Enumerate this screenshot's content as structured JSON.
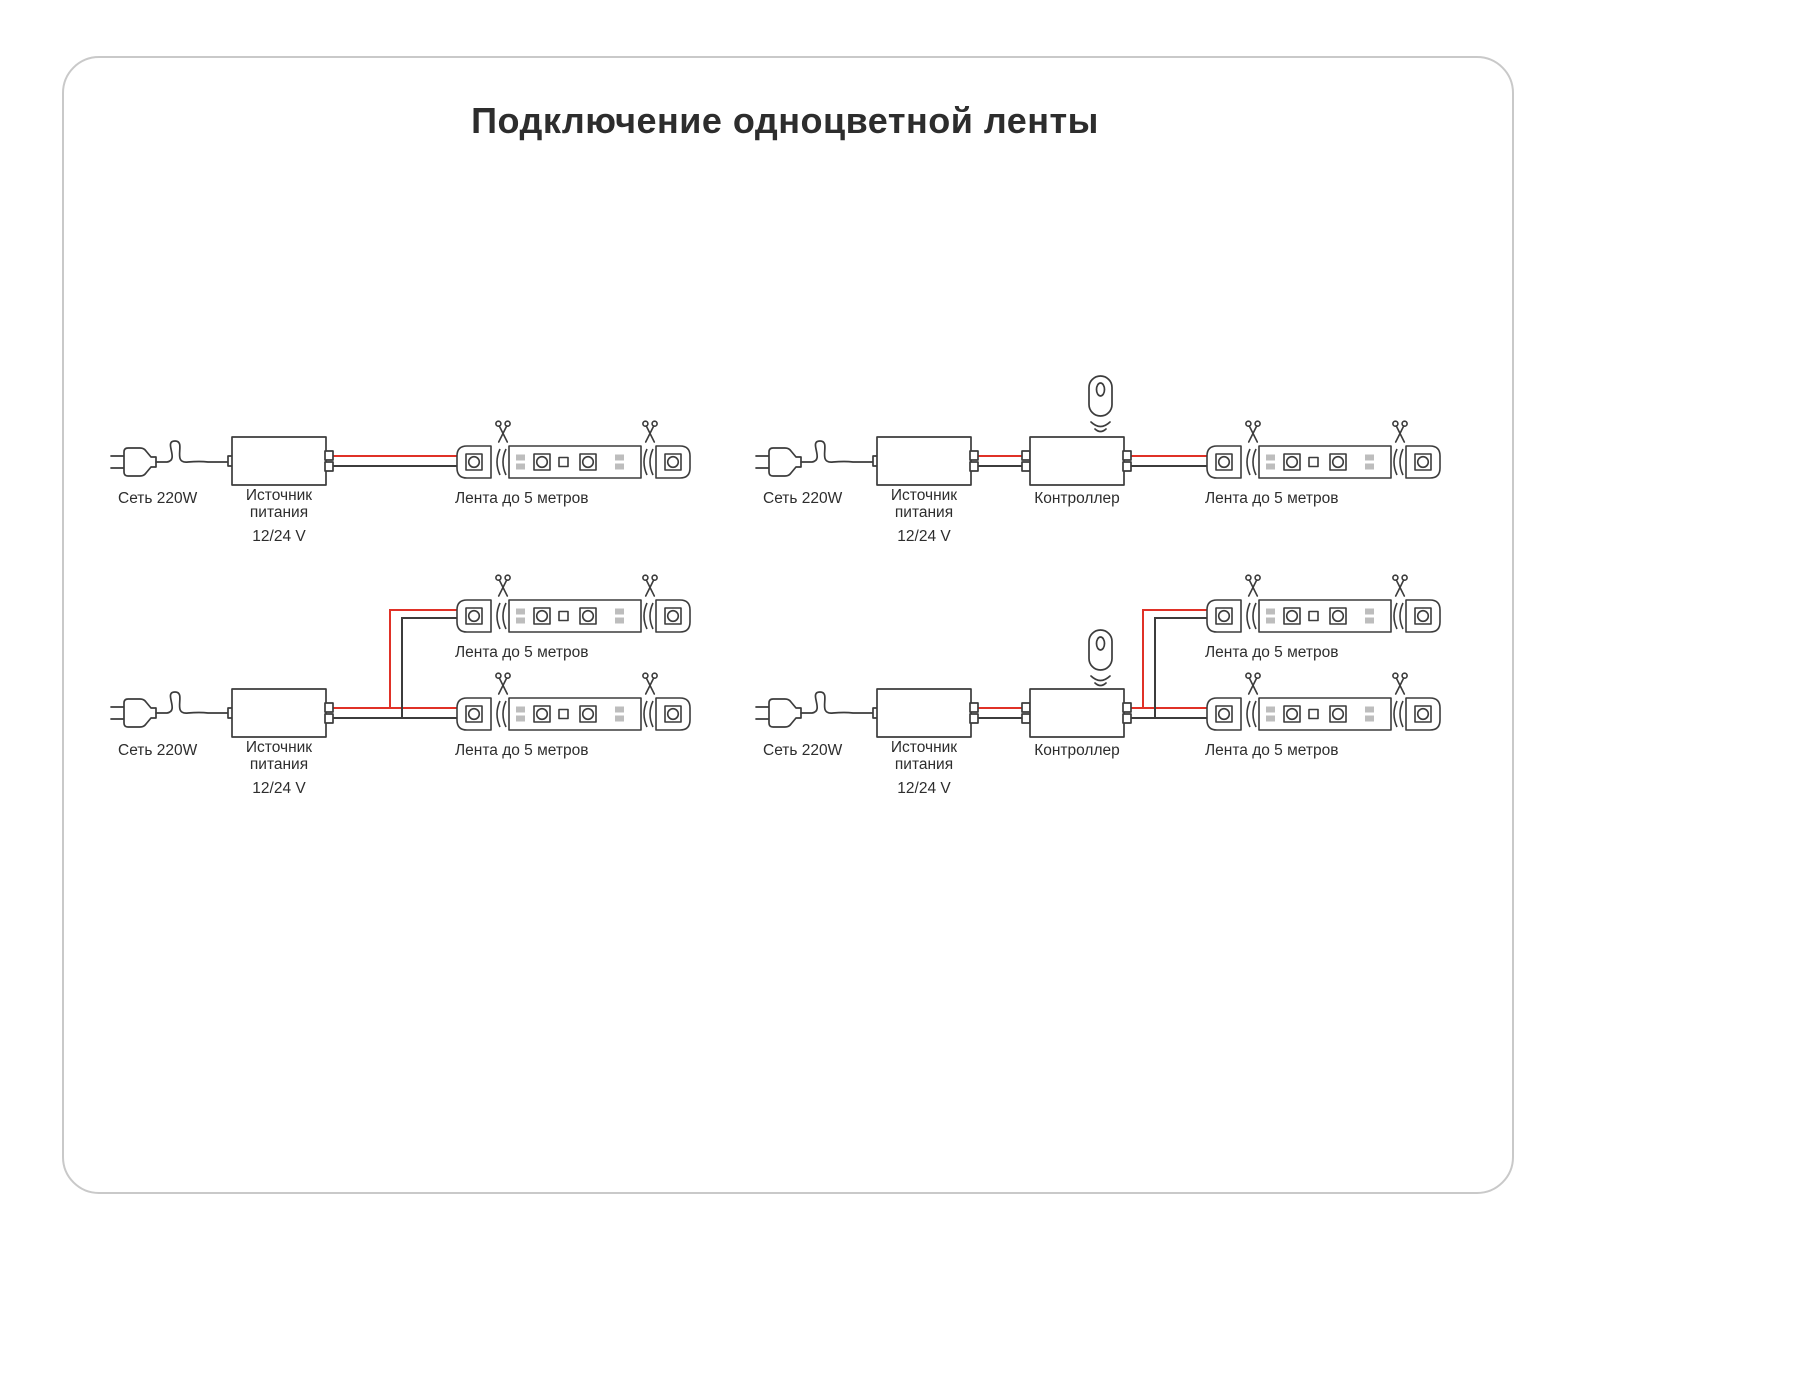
{
  "title": "Подключение одноцветной ленты",
  "labels": {
    "net": "Сеть 220W",
    "psu_line1": "Источник",
    "psu_line2": "питания",
    "psu_voltage": "12/24 V",
    "controller": "Контроллер",
    "strip": "Лента до 5 метров"
  },
  "colors": {
    "wire_red": "#e03127",
    "wire_black": "#3c3c3c",
    "outline": "#3c3c3c",
    "pad_gray": "#bdbdbd",
    "frame_border": "#c9c9c9",
    "text": "#2d2d2d",
    "background": "#ffffff"
  },
  "icons": {
    "plug": "power-plug-icon",
    "psu": "power-supply-box",
    "controller": "controller-box",
    "remote": "remote-control-icon",
    "strip": "led-strip",
    "scissors": "scissors-cut-mark"
  }
}
